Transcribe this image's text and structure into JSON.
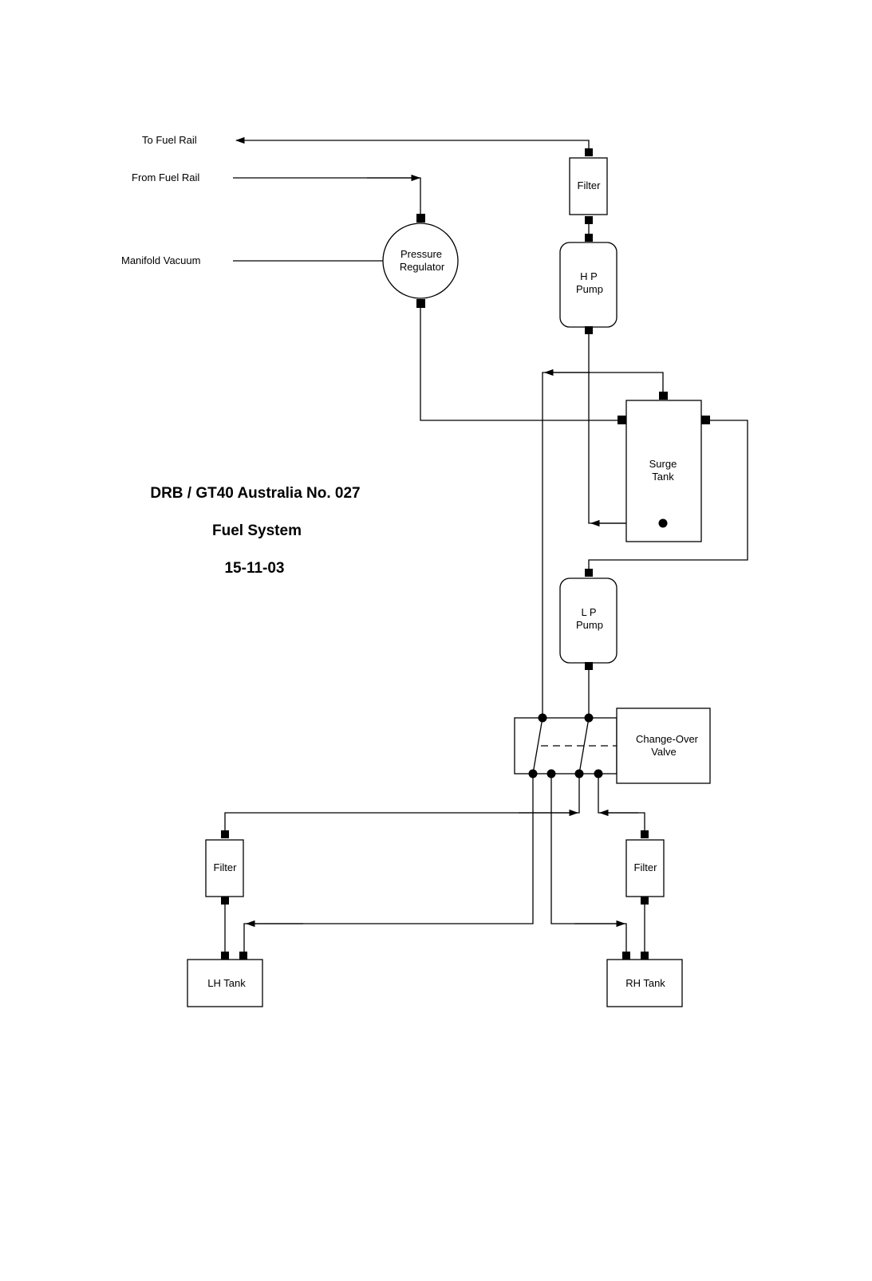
{
  "inputs": {
    "to_fuel_rail": "To Fuel Rail",
    "from_fuel_rail": "From Fuel Rail",
    "manifold_vacuum": "Manifold Vacuum"
  },
  "components": {
    "filter_top": "Filter",
    "pressure_regulator_1": "Pressure",
    "pressure_regulator_2": "Regulator",
    "hp_pump_1": "H P",
    "hp_pump_2": "Pump",
    "surge_tank_1": "Surge",
    "surge_tank_2": "Tank",
    "lp_pump_1": "L P",
    "lp_pump_2": "Pump",
    "change_over_valve_1": "Change-Over",
    "change_over_valve_2": "Valve",
    "filter_left": "Filter",
    "filter_right": "Filter",
    "lh_tank": "LH Tank",
    "rh_tank": "RH Tank"
  },
  "title_block": {
    "line1": "DRB / GT40 Australia  No. 027",
    "line2": "Fuel System",
    "line3": "15-11-03"
  }
}
